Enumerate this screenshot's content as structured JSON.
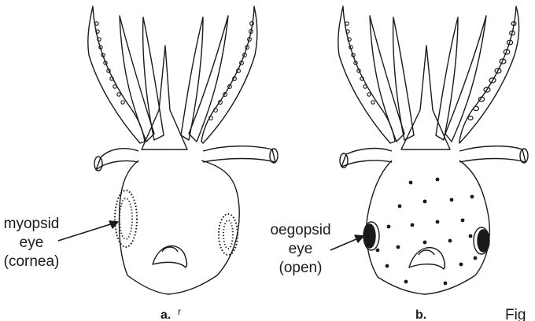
{
  "panels": [
    {
      "id": "a",
      "caption": "a. ",
      "caption_mark": "r",
      "label_lines": [
        "myopsid",
        "eye",
        "(cornea)"
      ]
    },
    {
      "id": "b",
      "caption": "b.",
      "label_lines": [
        "oegopsid",
        "eye",
        "(open)"
      ]
    }
  ],
  "figure_label": "Fig",
  "colors": {
    "ink": "#1a1a1a",
    "background": "#ffffff"
  }
}
